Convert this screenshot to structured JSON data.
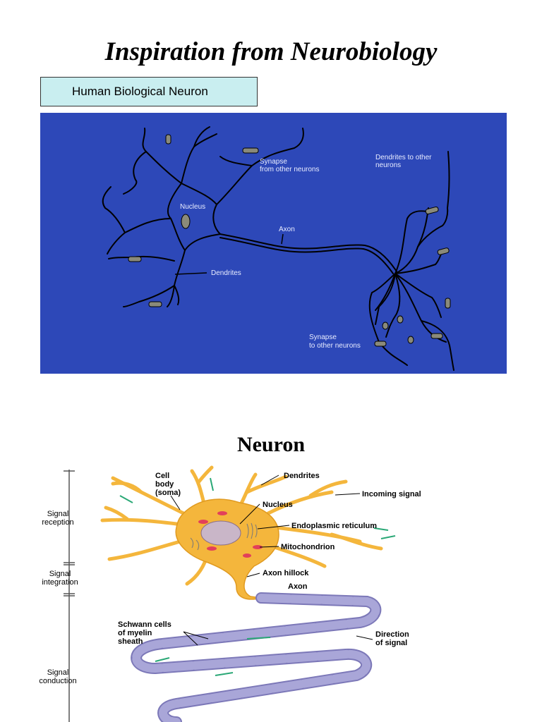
{
  "page": {
    "title": "Inspiration from Neurobiology",
    "subtitle": "Neuron"
  },
  "section_box": {
    "label": "Human Biological Neuron"
  },
  "diagram_biological": {
    "labels": {
      "synapse_from": [
        "Synapse",
        "from other neurons"
      ],
      "dendrites_to": [
        "Dendrites to other",
        "neurons"
      ],
      "nucleus": "Nucleus",
      "axon": "Axon",
      "dendrites": "Dendrites",
      "synapse_to": [
        "Synapse",
        "to other neurons"
      ]
    },
    "colors": {
      "background": "#2d48b8",
      "lines": "#000000",
      "text": "#e8ecff",
      "terminal": "#8a8a7a"
    }
  },
  "diagram_neuron": {
    "stage_labels": {
      "reception": [
        "Signal",
        "reception"
      ],
      "integration": [
        "Signal",
        "integration"
      ],
      "conduction": [
        "Signal",
        "conduction"
      ]
    },
    "part_labels": {
      "cell_body": [
        "Cell",
        "body",
        "(soma)"
      ],
      "dendrites": "Dendrites",
      "nucleus": "Nucleus",
      "incoming_signal": "Incoming signal",
      "er": "Endoplasmic reticulum",
      "mitochondrion": "Mitochondrion",
      "axon_hillock": "Axon hillock",
      "axon": "Axon",
      "schwann": [
        "Schwann cells",
        "of myelin",
        "sheath"
      ],
      "direction": [
        "Direction",
        "of signal"
      ]
    },
    "colors": {
      "soma": "#f4b63c",
      "myelin": "#a9a6d8",
      "node": "#e2a43a",
      "arrow": "#2aa876",
      "mito": "#e2405a"
    }
  }
}
